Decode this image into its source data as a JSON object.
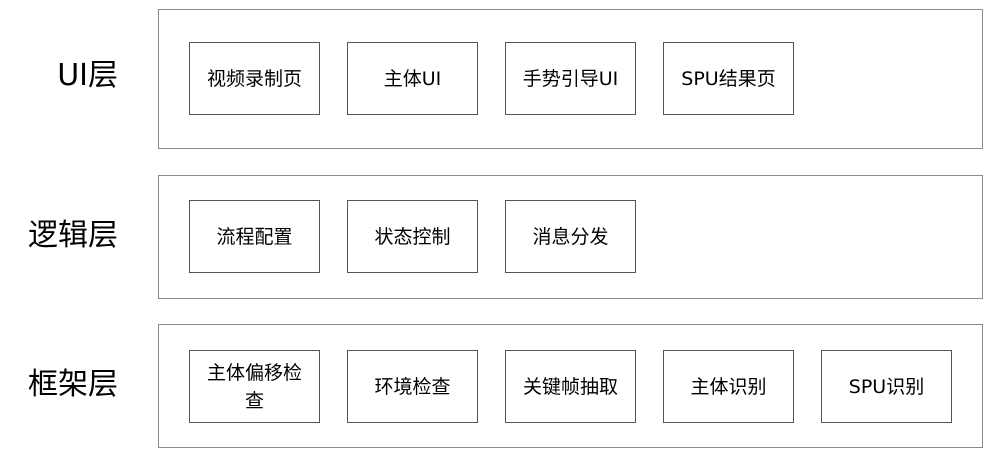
{
  "layers": [
    {
      "label": "UI层",
      "modules": [
        "视频录制页",
        "主体UI",
        "手势引导UI",
        "SPU结果页"
      ]
    },
    {
      "label": "逻辑层",
      "modules": [
        "流程配置",
        "状态控制",
        "消息分发"
      ]
    },
    {
      "label": "框架层",
      "modules": [
        "主体偏移检查",
        "环境检查",
        "关键帧抽取",
        "主体识别",
        "SPU识别"
      ]
    }
  ]
}
